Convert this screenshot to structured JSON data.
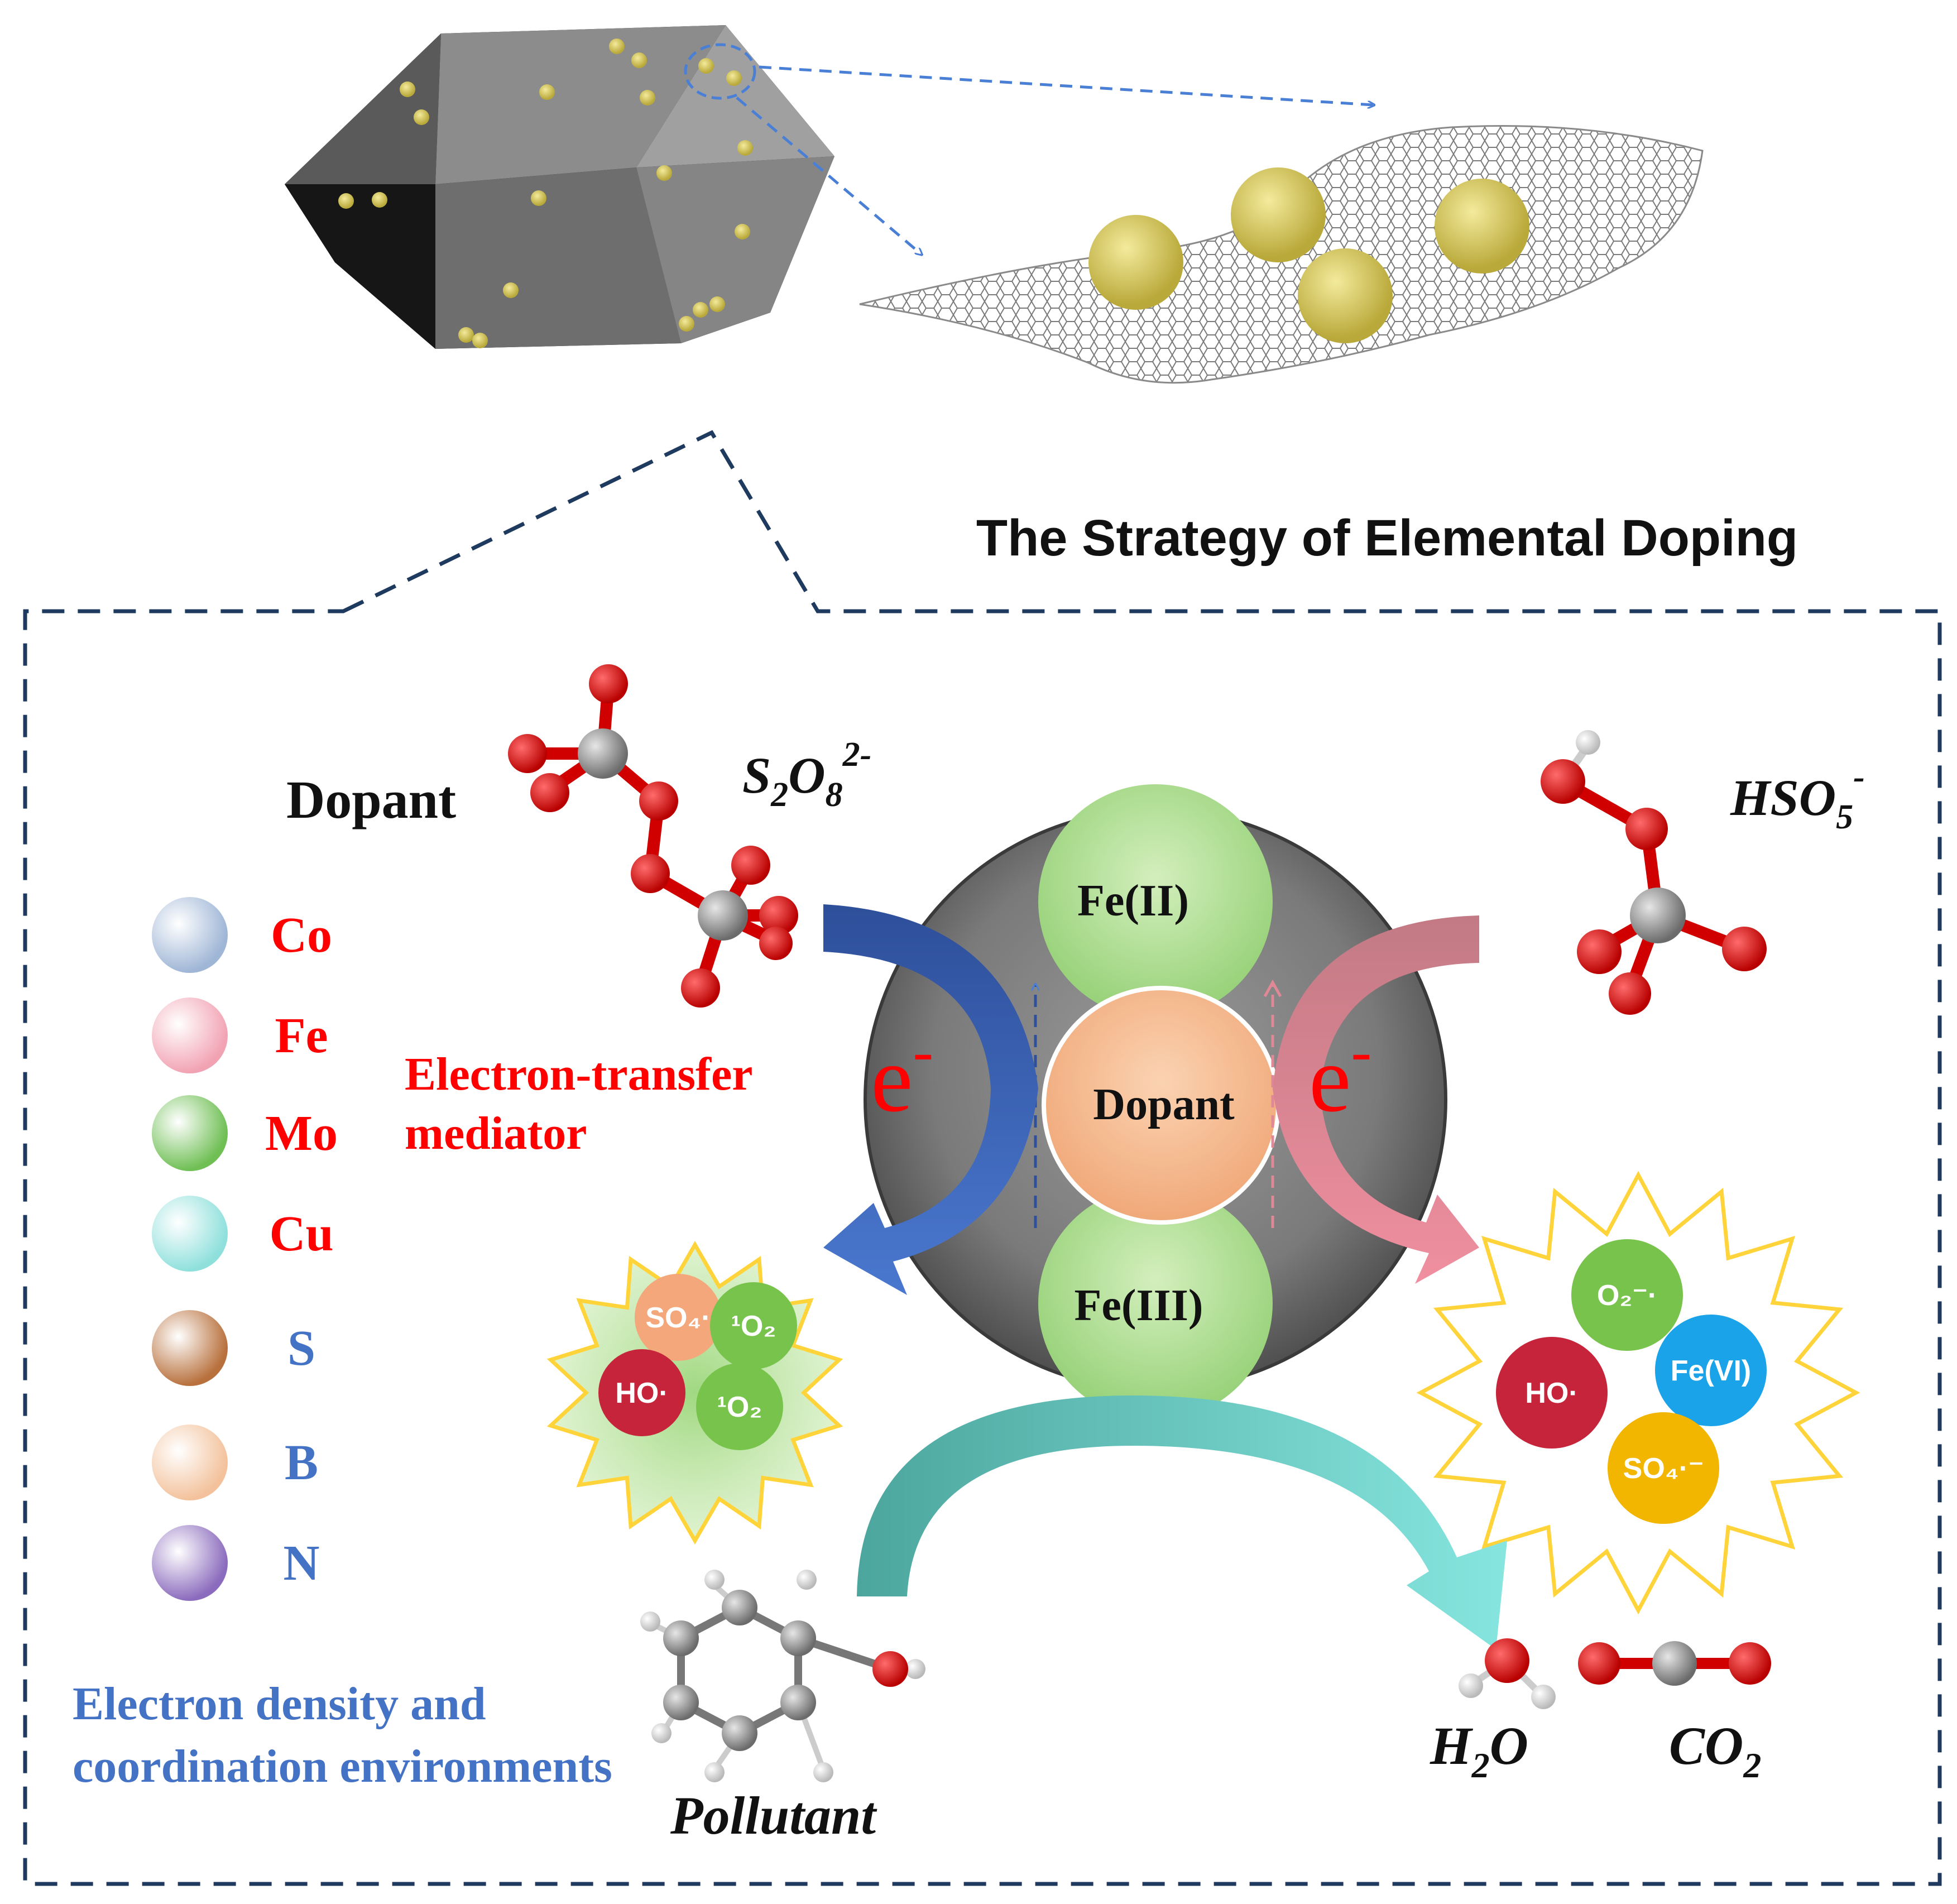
{
  "title": "The Strategy of Elemental Doping",
  "dopant_heading": "Dopant",
  "dopant_list": [
    {
      "label": "Co",
      "color": "#9fb6d6",
      "text_color": "#ff0000"
    },
    {
      "label": "Fe",
      "color": "#f2a3b3",
      "text_color": "#ff0000"
    },
    {
      "label": "Mo",
      "color": "#6fbf54",
      "text_color": "#ff0000"
    },
    {
      "label": "Cu",
      "color": "#8fe0dc",
      "text_color": "#ff0000"
    },
    {
      "label": "S",
      "color": "#b8703c",
      "text_color": "#4472c4"
    },
    {
      "label": "B",
      "color": "#f3c29c",
      "text_color": "#4472c4"
    },
    {
      "label": "N",
      "color": "#8b6bbd",
      "text_color": "#4472c4"
    }
  ],
  "mediator_line1": "Electron-transfer",
  "mediator_line2": "mediator",
  "density_line1": "Electron density and",
  "density_line2": "coordination environments",
  "oxidants": {
    "left": {
      "main": "S",
      "sub1": "2",
      "mid": "O",
      "sub2": "8",
      "sup": "2-"
    },
    "right": {
      "main": "HSO",
      "sub": "5",
      "sup": "-"
    }
  },
  "center": {
    "top": "Fe(II)",
    "middle": "Dopant",
    "bottom": "Fe(III)"
  },
  "electron": {
    "base": "e",
    "sup": "-"
  },
  "left_species": [
    {
      "label": "SO₄·",
      "color": "#f4a77a"
    },
    {
      "label": "¹O₂",
      "color": "#78c34c"
    },
    {
      "label": "HO·",
      "color": "#c5243a"
    },
    {
      "label": "¹O₂",
      "color": "#78c34c"
    }
  ],
  "right_species": [
    {
      "label": "O₂⁻·",
      "color": "#78c34c"
    },
    {
      "label": "HO·",
      "color": "#c5243a"
    },
    {
      "label": "Fe(VI)",
      "color": "#1aa3e8"
    },
    {
      "label": "SO₄·⁻",
      "color": "#f2b500"
    }
  ],
  "pollutant": "Pollutant",
  "products": {
    "water": {
      "a": "H",
      "sub": "2",
      "b": "O"
    },
    "co2": {
      "a": "CO",
      "sub": "2"
    }
  },
  "colors": {
    "dash": "#1f3a5f",
    "red_text": "#ff0000",
    "blue_text": "#4472c4",
    "left_arrow": "#3a5fb0",
    "right_arrow": "#e8889a",
    "teal_arrow": "#5fcfc8"
  }
}
